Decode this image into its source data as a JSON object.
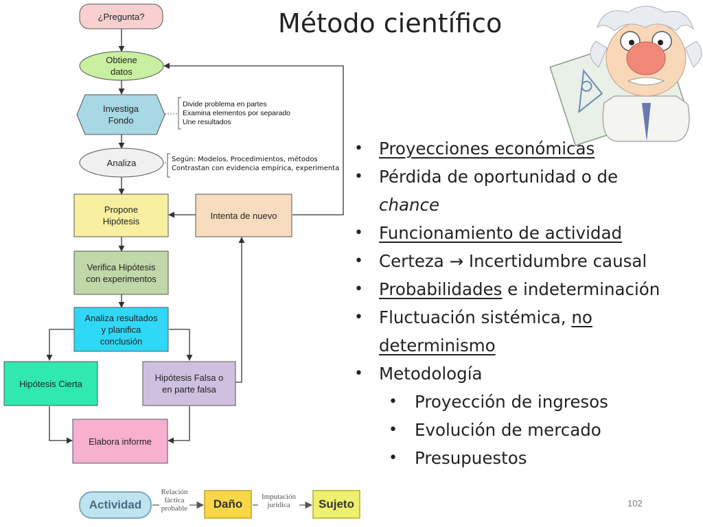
{
  "title": "Método científico",
  "flowchart": {
    "question": "¿Pregunta?",
    "obtain_data_lines": [
      "Obtiene",
      "datos"
    ],
    "research_lines": [
      "Investiga",
      "Fondo"
    ],
    "analyze": "Analiza",
    "propose_lines": [
      "Propone",
      "Hipótesis"
    ],
    "try_again": "Intenta de nuevo",
    "verify_lines": [
      "Verifica Hipótesis",
      "con experimentos"
    ],
    "analyze_results_lines": [
      "Analiza resultados",
      "y planifica",
      "conclusión"
    ],
    "true_hypothesis": "Hipótesis Cierta",
    "false_hypothesis_lines": [
      "Hipótesis Falsa o",
      "en parte falsa"
    ],
    "report": "Elabora informe",
    "research_notes": [
      "Divide problema en partes",
      "Examina elementos por separado",
      "Une resultados"
    ],
    "analyze_notes": [
      "Según: Modelos, Procedimientos, métodos",
      "Contrastan con evidencia empírica, experimenta"
    ]
  },
  "bullets": {
    "b1": "Proyecciones económicas",
    "b2a": "Pérdida de oportunidad o de",
    "b2b": "chance",
    "b3": "Funcionamiento de actividad",
    "b4": "Certeza → Incertidumbre causal",
    "b5_u": "Probabilidades",
    "b5_rest": " e indeterminación",
    "b6a_plain": "Fluctuación sistémica, ",
    "b6a_u": "no",
    "b6b": "determinismo",
    "b7": "Metodología",
    "s1": "Proyección de ingresos",
    "s2": "Evolución de mercado",
    "s3": "Presupuestos"
  },
  "bottom_flow": {
    "activity": "Actividad",
    "relation_lines": [
      "Relación",
      "fáctica",
      "probable"
    ],
    "damage": "Daño",
    "imputation_lines": [
      "Imputación",
      "jurídica"
    ],
    "subject": "Sujeto"
  },
  "page_number": "102",
  "colors": {
    "obtain": "#c8f0a0",
    "research": "#a8d8e4",
    "propose": "#f8f0a0",
    "try_again": "#f8dcc0",
    "verify": "#c0d8a8",
    "analyze_results": "#30d8f8",
    "true_hypothesis": "#30e8b0",
    "false_hypothesis": "#d0c0e0",
    "report": "#f8b0d0",
    "bottom_activity": "#bfe4f0",
    "bottom_damage": "#f8d848",
    "bottom_subject": "#f0f070"
  }
}
